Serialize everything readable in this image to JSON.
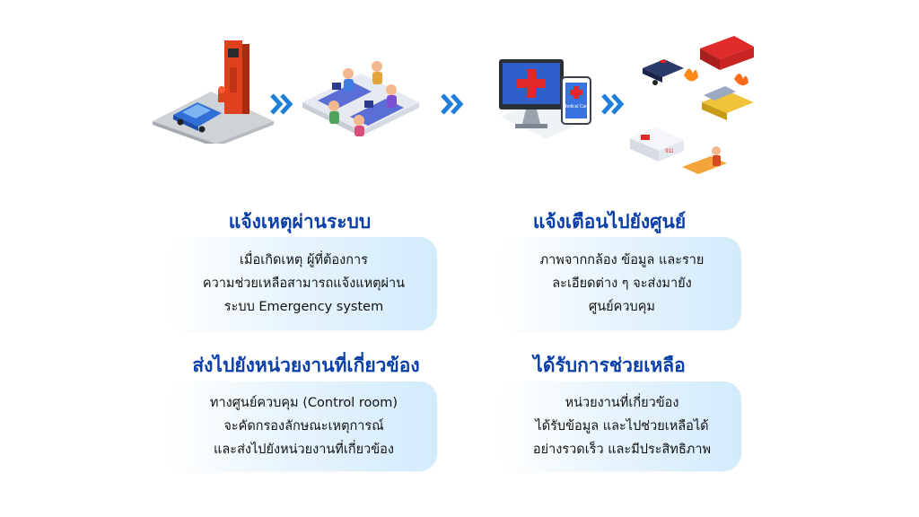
{
  "steps": [
    {
      "title": "แจ้งเหตุผ่านระบบ",
      "lines": [
        "เมื่อเกิดเหตุ ผู้ที่ต้องการ",
        "ความช่วยเหลือสามารถแจ้งแหตุผ่าน",
        "ระบบ Emergency system"
      ]
    },
    {
      "title": "แจ้งเตือนไปยังศูนย์",
      "lines": [
        "ภาพจากกล้อง ข้อมูล และราย",
        "ละเอียดต่าง ๆ จะส่งมายัง",
        "ศูนย์ควบคุม"
      ]
    },
    {
      "title": "ส่งไปยังหน่วยงานที่เกี่ยวข้อง",
      "lines": [
        "ทางศูนย์ควบคุม (Control room)",
        "จะคัดกรองลักษณะเหตุการณ์",
        "และส่งไปยังหน่วยงานที่เกี่ยวข้อง"
      ]
    },
    {
      "title": "ได้รับการช่วยเหลือ",
      "lines": [
        "หน่วยงานที่เกี่ยวข้อง",
        "ได้รับข้อมูล และไปช่วยเหลือได้",
        "อย่างรวดเร็ว และมีประสิทธิภาพ"
      ]
    }
  ],
  "illustrations": {
    "tablet_label": "Medical Card",
    "ambulance_label": "911"
  },
  "colors": {
    "title": "#0b3fa8",
    "chevron": "#1f7fd8",
    "card_end": "#d2ebfb"
  }
}
